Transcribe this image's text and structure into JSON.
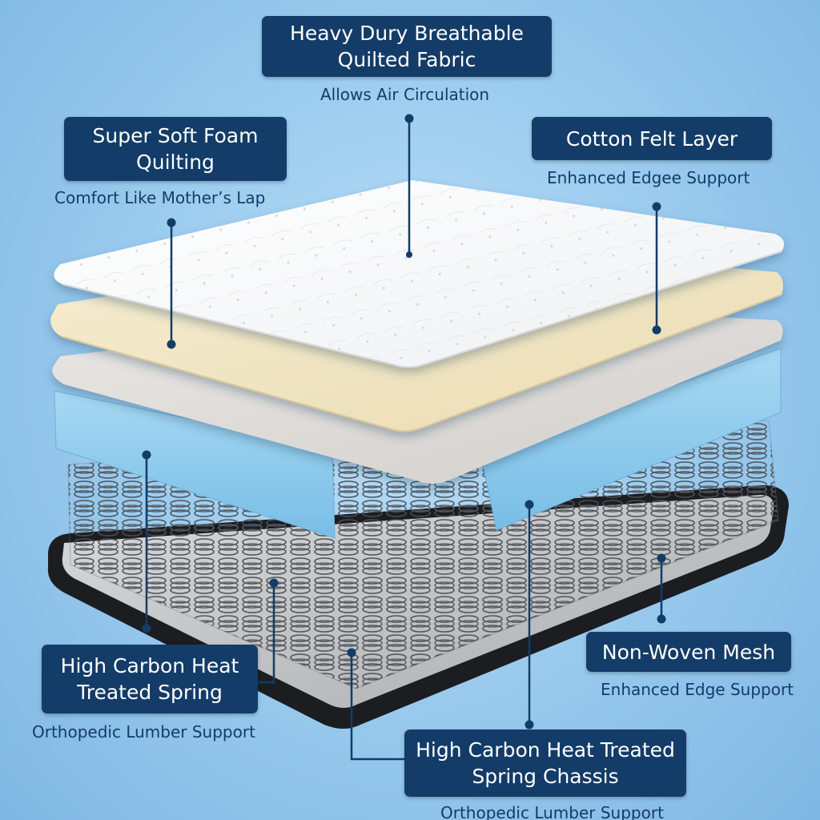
{
  "callouts": {
    "quilted_fabric": {
      "title_line1": "Heavy Dury Breathable",
      "title_line2": "Quilted Fabric",
      "subtitle": "Allows Air Circulation"
    },
    "foam_quilting": {
      "title_line1": "Super Soft Foam",
      "title_line2": "Quilting",
      "subtitle": "Comfort Like Mother’s Lap"
    },
    "cotton_felt": {
      "title": "Cotton Felt Layer",
      "subtitle": "Enhanced Edgee Support"
    },
    "spring": {
      "title_line1": "High Carbon Heat",
      "title_line2": "Treated Spring",
      "subtitle": "Orthopedic Lumber Support"
    },
    "non_woven_mesh": {
      "title": "Non-Woven Mesh",
      "subtitle": "Enhanced Edge Support"
    },
    "spring_chassis": {
      "title_line1": "High Carbon Heat Treated",
      "title_line2": "Spring Chassis",
      "subtitle": "Orthopedic Lumber Support"
    }
  },
  "colors": {
    "callout_box": "#133c68",
    "callout_text": "#ffffff",
    "subtitle_text": "#133c68",
    "background": "#9dcdef",
    "top_layer": "#fbfbfb",
    "foam_layer": "#f2e7c6",
    "felt_layer": "#e0dedb",
    "blue_foam": "#8fcbec",
    "coil": "#4a4f55",
    "base_frame": "#1b1d21",
    "mesh": "#bfc1c3"
  }
}
